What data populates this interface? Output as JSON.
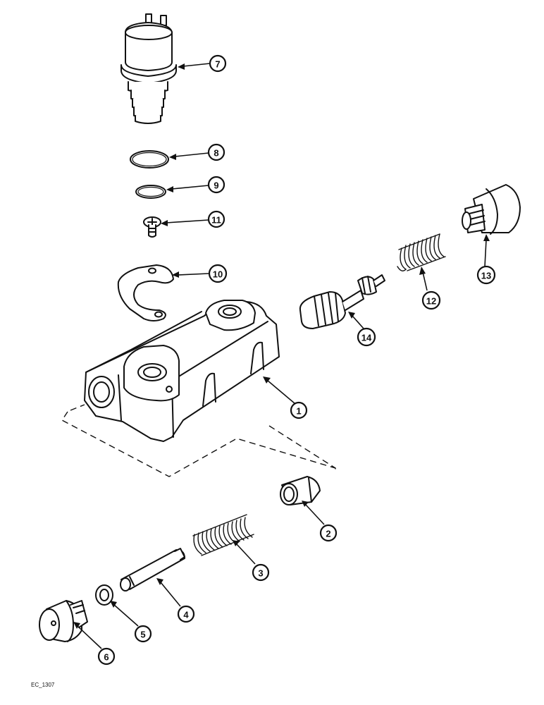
{
  "diagram": {
    "reference_code": "EC_1307",
    "callouts": [
      {
        "id": "c1",
        "label": "1"
      },
      {
        "id": "c2",
        "label": "2"
      },
      {
        "id": "c3",
        "label": "3"
      },
      {
        "id": "c4",
        "label": "4"
      },
      {
        "id": "c5",
        "label": "5"
      },
      {
        "id": "c6",
        "label": "6"
      },
      {
        "id": "c7",
        "label": "7"
      },
      {
        "id": "c8",
        "label": "8"
      },
      {
        "id": "c9",
        "label": "9"
      },
      {
        "id": "c10",
        "label": "10"
      },
      {
        "id": "c11",
        "label": "11"
      },
      {
        "id": "c12",
        "label": "12"
      },
      {
        "id": "c13",
        "label": "13"
      },
      {
        "id": "c14",
        "label": "14"
      }
    ]
  }
}
